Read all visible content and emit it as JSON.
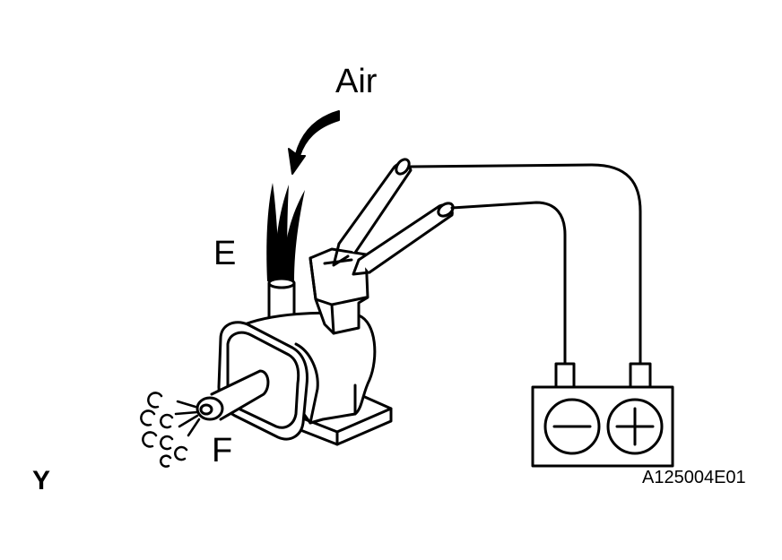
{
  "labels": {
    "air": "Air",
    "port_e": "E",
    "port_f": "F",
    "view": "Y",
    "code": "A125004E01"
  },
  "colors": {
    "line": "#000000",
    "background": "#ffffff"
  },
  "icons": {
    "battery_negative": "minus-icon",
    "battery_positive": "plus-icon"
  }
}
